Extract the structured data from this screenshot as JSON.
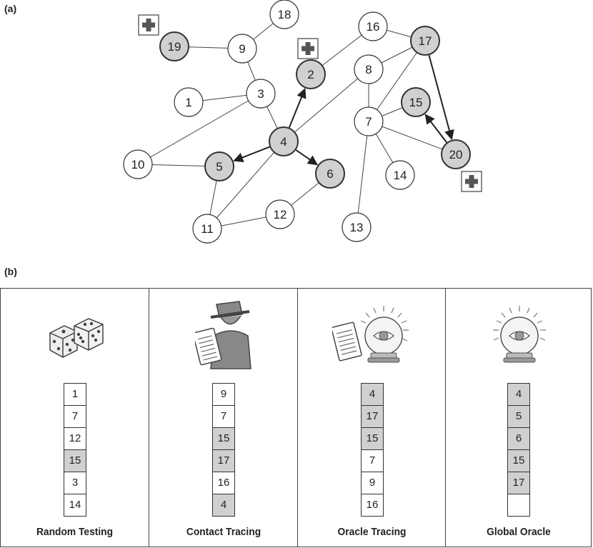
{
  "labels": {
    "a": "(a)",
    "b": "(b)"
  },
  "colors": {
    "infected": "#d0d0d0",
    "healthy": "#ffffff",
    "stroke": "#333333",
    "plus": "#555555"
  },
  "graph": {
    "nodes": [
      {
        "id": "1",
        "infected": false
      },
      {
        "id": "2",
        "infected": true
      },
      {
        "id": "3",
        "infected": false
      },
      {
        "id": "4",
        "infected": true
      },
      {
        "id": "5",
        "infected": true
      },
      {
        "id": "6",
        "infected": true
      },
      {
        "id": "7",
        "infected": false
      },
      {
        "id": "8",
        "infected": false
      },
      {
        "id": "9",
        "infected": false
      },
      {
        "id": "10",
        "infected": false
      },
      {
        "id": "11",
        "infected": false
      },
      {
        "id": "12",
        "infected": false
      },
      {
        "id": "13",
        "infected": false
      },
      {
        "id": "14",
        "infected": false
      },
      {
        "id": "15",
        "infected": true
      },
      {
        "id": "16",
        "infected": false
      },
      {
        "id": "17",
        "infected": true
      },
      {
        "id": "18",
        "infected": false
      },
      {
        "id": "19",
        "infected": true
      },
      {
        "id": "20",
        "infected": true
      }
    ],
    "edges": [
      [
        "19",
        "9"
      ],
      [
        "9",
        "18"
      ],
      [
        "9",
        "3"
      ],
      [
        "1",
        "3"
      ],
      [
        "3",
        "4"
      ],
      [
        "10",
        "3"
      ],
      [
        "10",
        "5"
      ],
      [
        "5",
        "11"
      ],
      [
        "4",
        "11"
      ],
      [
        "11",
        "12"
      ],
      [
        "12",
        "6"
      ],
      [
        "4",
        "8"
      ],
      [
        "2",
        "16"
      ],
      [
        "16",
        "17"
      ],
      [
        "17",
        "8"
      ],
      [
        "8",
        "7"
      ],
      [
        "17",
        "7"
      ],
      [
        "7",
        "15"
      ],
      [
        "7",
        "20"
      ],
      [
        "7",
        "14"
      ],
      [
        "7",
        "13"
      ]
    ],
    "arrows": [
      [
        "4",
        "2"
      ],
      [
        "4",
        "5"
      ],
      [
        "4",
        "6"
      ],
      [
        "17",
        "20"
      ],
      [
        "20",
        "15"
      ]
    ],
    "plus_marks": [
      "19",
      "2",
      "20"
    ]
  },
  "strategies": [
    {
      "title": "Random Testing",
      "icon": "dice-icon",
      "tests": [
        "1",
        "7",
        "12",
        "15",
        "3",
        "14"
      ],
      "highlight": [
        false,
        false,
        false,
        true,
        false,
        false
      ]
    },
    {
      "title": "Contact Tracing",
      "icon": "detective-icon",
      "tests": [
        "9",
        "7",
        "15",
        "17",
        "16",
        "4"
      ],
      "highlight": [
        false,
        false,
        true,
        true,
        false,
        true
      ]
    },
    {
      "title": "Oracle Tracing",
      "icon": "clipboard-crystal-ball-icon",
      "tests": [
        "4",
        "17",
        "15",
        "7",
        "9",
        "16"
      ],
      "highlight": [
        true,
        true,
        true,
        false,
        false,
        false
      ]
    },
    {
      "title": "Global Oracle",
      "icon": "crystal-ball-icon",
      "tests": [
        "4",
        "5",
        "6",
        "15",
        "17",
        ""
      ],
      "highlight": [
        true,
        true,
        true,
        true,
        true,
        false
      ]
    }
  ]
}
